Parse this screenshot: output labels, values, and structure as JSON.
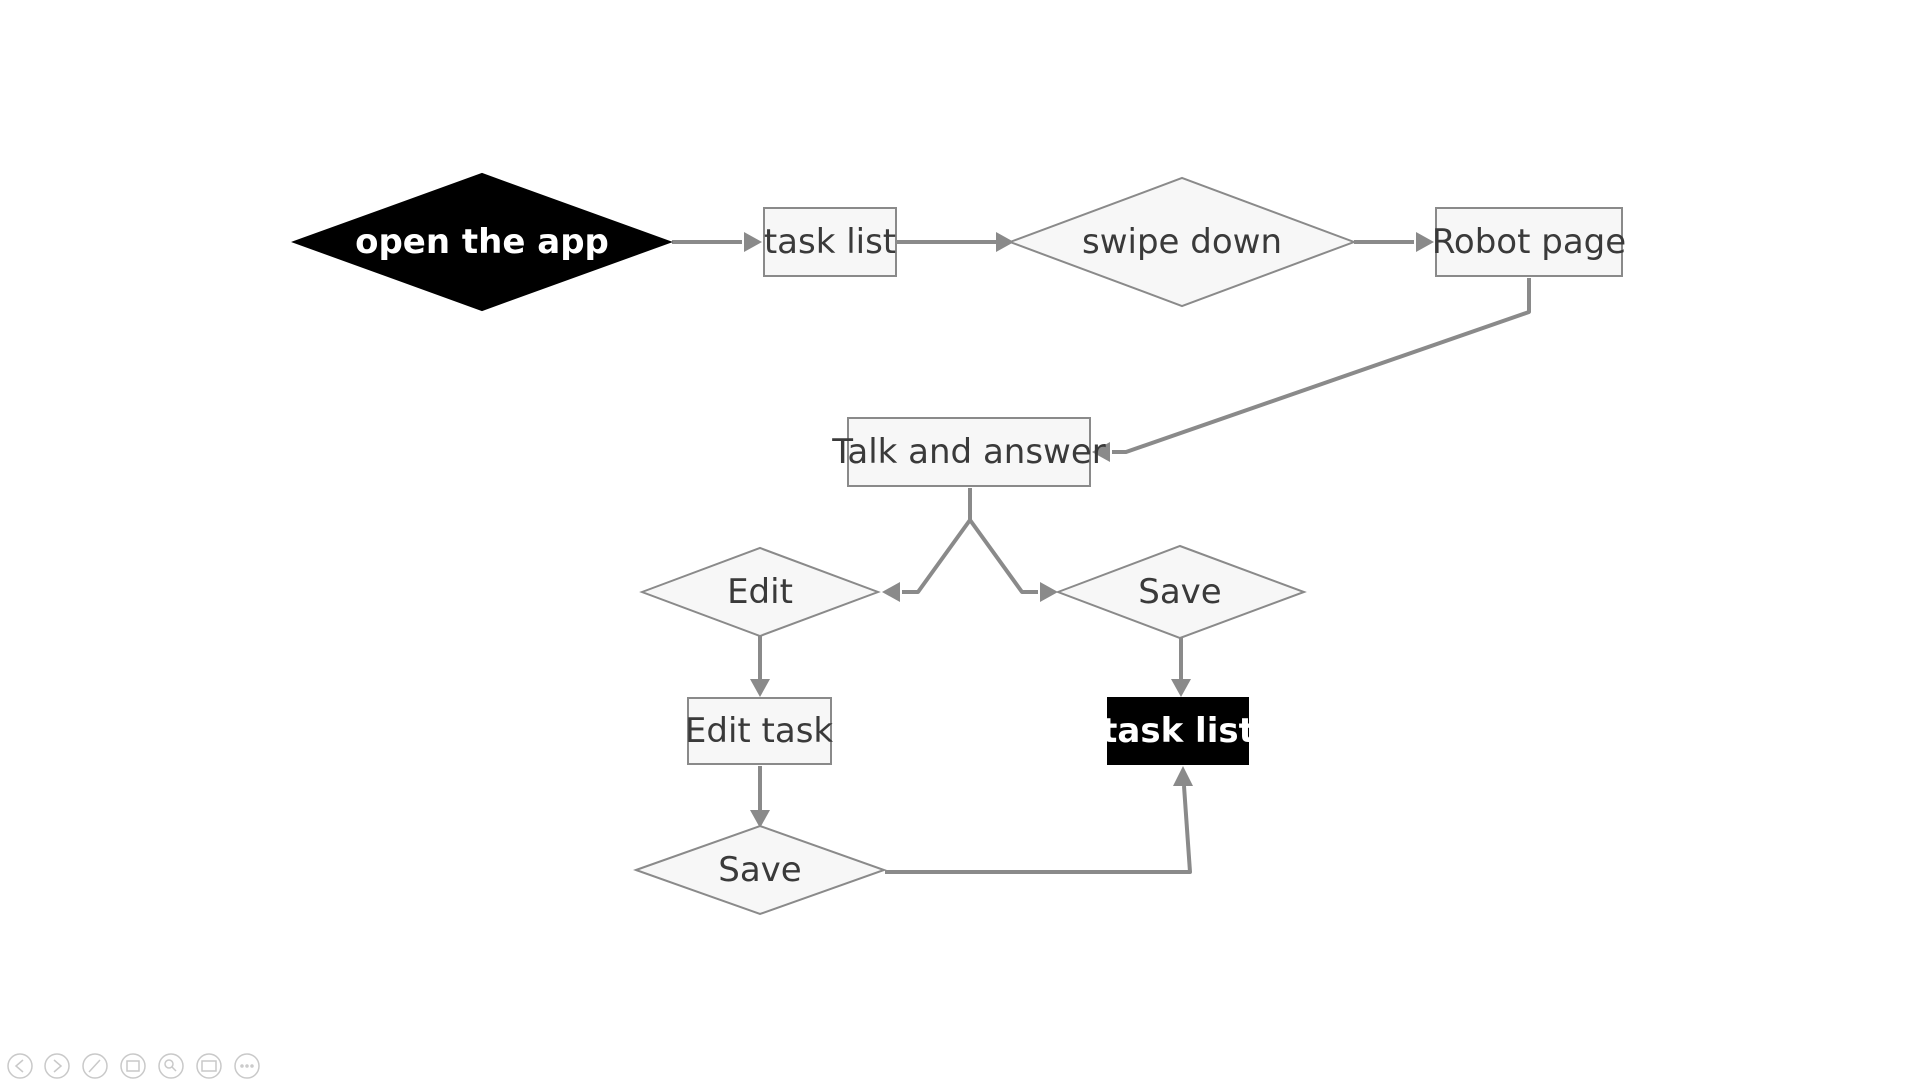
{
  "diagram": {
    "nodes": [
      {
        "id": "open-app",
        "label": "open the app",
        "shape": "diamond",
        "style": "dark"
      },
      {
        "id": "task-list-1",
        "label": "task list",
        "shape": "rect",
        "style": "light"
      },
      {
        "id": "swipe-down",
        "label": "swipe down",
        "shape": "diamond",
        "style": "light"
      },
      {
        "id": "robot-page",
        "label": "Robot page",
        "shape": "rect",
        "style": "light"
      },
      {
        "id": "talk-answer",
        "label": "Talk and answer",
        "shape": "rect",
        "style": "light"
      },
      {
        "id": "edit",
        "label": "Edit",
        "shape": "diamond",
        "style": "light"
      },
      {
        "id": "save-1",
        "label": "Save",
        "shape": "diamond",
        "style": "light"
      },
      {
        "id": "edit-task",
        "label": "Edit task",
        "shape": "rect",
        "style": "light"
      },
      {
        "id": "task-list-2",
        "label": "task list",
        "shape": "rect",
        "style": "dark"
      },
      {
        "id": "save-2",
        "label": "Save",
        "shape": "diamond",
        "style": "light"
      }
    ],
    "edges": [
      {
        "from": "open-app",
        "to": "task-list-1"
      },
      {
        "from": "task-list-1",
        "to": "swipe-down"
      },
      {
        "from": "swipe-down",
        "to": "robot-page"
      },
      {
        "from": "robot-page",
        "to": "talk-answer"
      },
      {
        "from": "talk-answer",
        "to": "edit"
      },
      {
        "from": "talk-answer",
        "to": "save-1"
      },
      {
        "from": "edit",
        "to": "edit-task"
      },
      {
        "from": "save-1",
        "to": "task-list-2"
      },
      {
        "from": "edit-task",
        "to": "save-2"
      },
      {
        "from": "save-2",
        "to": "task-list-2"
      }
    ]
  },
  "colors": {
    "node_fill": "#f7f7f7",
    "node_stroke": "#8a8a8a",
    "dark_fill": "#000000",
    "edge": "#8a8a8a",
    "text": "#3a3a3a"
  },
  "slideshow_controls": [
    {
      "id": "prev",
      "icon": "previous-icon"
    },
    {
      "id": "next",
      "icon": "next-icon"
    },
    {
      "id": "pen",
      "icon": "pen-icon"
    },
    {
      "id": "slides",
      "icon": "slides-icon"
    },
    {
      "id": "zoom",
      "icon": "zoom-icon"
    },
    {
      "id": "subtitles",
      "icon": "subtitles-icon"
    },
    {
      "id": "more",
      "icon": "more-icon"
    }
  ]
}
